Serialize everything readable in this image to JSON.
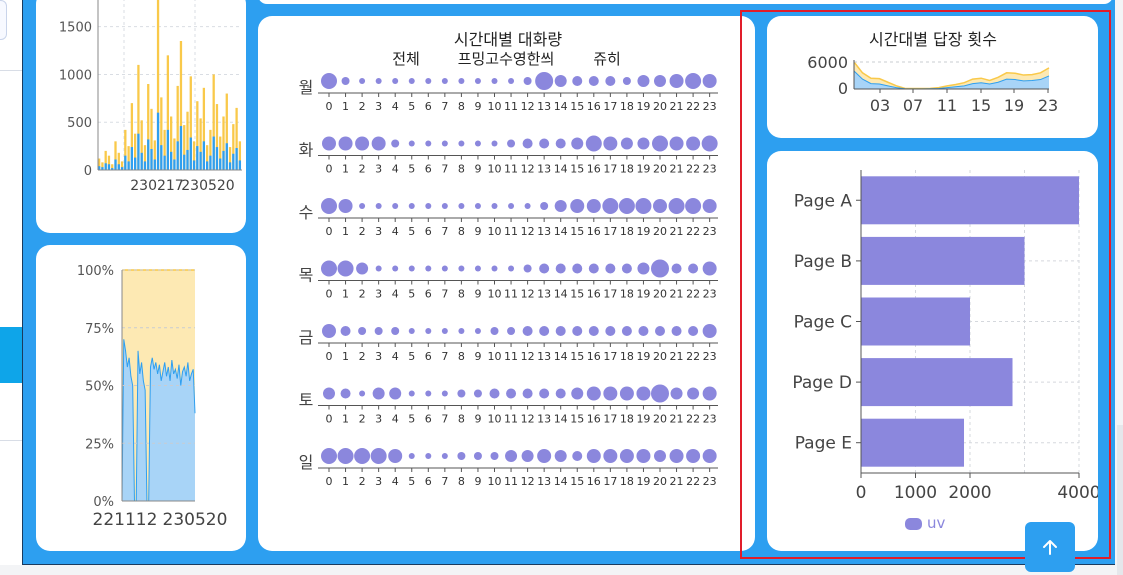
{
  "colors": {
    "board": "#2d9ff0",
    "purple": "#8b87dd",
    "yellow": "#f9c94a",
    "yellow_fill": "#fde9b3",
    "blue": "#2f9ff0",
    "blue_fill": "#a8d4f7",
    "highlight": "#e11d2a"
  },
  "panel_tl": {
    "chart_data": {
      "type": "bar",
      "y_ticks": [
        "1500",
        "1000",
        "500",
        "0"
      ],
      "x_ticks": [
        "230217",
        "230520"
      ],
      "ylim": [
        0,
        1800
      ],
      "series": [
        {
          "values": [
            120,
            80,
            200,
            150,
            60,
            300,
            180,
            90,
            420,
            250,
            700,
            380,
            1100,
            520,
            260,
            900,
            640,
            310,
            1800,
            760,
            420,
            1200,
            560,
            330,
            880,
            1350,
            470,
            610,
            980,
            300,
            720,
            540,
            860,
            260,
            420,
            1000,
            690,
            350,
            560,
            800,
            240,
            480,
            650,
            300
          ]
        },
        {
          "values": [
            40,
            30,
            70,
            60,
            20,
            110,
            60,
            30,
            150,
            90,
            240,
            130,
            380,
            180,
            90,
            320,
            220,
            110,
            600,
            260,
            150,
            420,
            190,
            110,
            300,
            460,
            160,
            210,
            340,
            100,
            250,
            190,
            300,
            90,
            150,
            350,
            240,
            120,
            200,
            280,
            80,
            170,
            230,
            100
          ]
        }
      ]
    }
  },
  "panel_bl": {
    "chart_data": {
      "type": "area",
      "y_ticks": [
        "100%",
        "75%",
        "50%",
        "25%",
        "0%"
      ],
      "x_ticks": [
        "221112",
        "230520"
      ],
      "ylim": [
        0,
        100
      ],
      "series": [
        {
          "values": [
            0,
            70,
            65,
            58,
            62,
            54,
            50,
            0,
            0,
            65,
            55,
            60,
            52,
            48,
            0,
            0,
            58,
            62,
            57,
            60,
            55,
            59,
            52,
            56,
            60,
            54,
            58,
            52,
            61,
            55,
            57,
            53,
            59,
            50,
            56,
            58,
            54,
            60,
            52,
            55,
            57,
            38
          ]
        }
      ]
    }
  },
  "panel_mid": {
    "title": "시간대별 대화량",
    "legend": [
      "전체",
      "프밍고수영한씌",
      "쥬히"
    ],
    "chart_data": {
      "type": "scatter",
      "hours": [
        "0",
        "1",
        "2",
        "3",
        "4",
        "5",
        "6",
        "7",
        "8",
        "9",
        "10",
        "11",
        "12",
        "13",
        "14",
        "15",
        "16",
        "17",
        "18",
        "19",
        "20",
        "21",
        "22",
        "23"
      ],
      "days": [
        "월",
        "화",
        "수",
        "목",
        "금",
        "토",
        "일"
      ],
      "rows": [
        [
          8,
          4,
          3,
          3,
          3,
          3,
          3,
          3,
          3,
          3,
          3,
          3,
          4,
          9,
          6,
          5,
          5,
          5,
          4,
          6,
          6,
          7,
          8,
          7
        ],
        [
          7,
          7,
          7,
          7,
          4,
          3,
          3,
          3,
          3,
          3,
          3,
          4,
          5,
          5,
          5,
          6,
          8,
          7,
          6,
          6,
          8,
          7,
          7,
          8
        ],
        [
          8,
          7,
          3,
          3,
          3,
          3,
          3,
          3,
          3,
          3,
          3,
          3,
          3,
          4,
          6,
          7,
          7,
          8,
          8,
          8,
          7,
          8,
          8,
          7
        ],
        [
          8,
          8,
          6,
          3,
          3,
          3,
          3,
          3,
          3,
          3,
          3,
          3,
          4,
          5,
          5,
          5,
          5,
          5,
          5,
          6,
          9,
          5,
          5,
          7
        ],
        [
          7,
          5,
          4,
          4,
          4,
          3,
          3,
          3,
          3,
          3,
          4,
          4,
          5,
          5,
          5,
          5,
          5,
          5,
          5,
          5,
          5,
          5,
          5,
          7
        ],
        [
          6,
          5,
          3,
          6,
          6,
          3,
          3,
          3,
          4,
          4,
          5,
          5,
          5,
          5,
          5,
          6,
          7,
          7,
          7,
          7,
          9,
          6,
          6,
          7
        ],
        [
          8,
          8,
          8,
          8,
          7,
          3,
          3,
          3,
          4,
          4,
          4,
          6,
          6,
          7,
          6,
          5,
          7,
          7,
          7,
          7,
          6,
          7,
          7,
          7
        ]
      ]
    }
  },
  "panel_tr": {
    "title": "시간대별 답장 횟수",
    "chart_data": {
      "type": "area",
      "y_ticks": [
        "6000",
        "0"
      ],
      "x_ticks": [
        "03",
        "07",
        "11",
        "15",
        "19",
        "23"
      ],
      "ylim": [
        0,
        6000
      ],
      "series": [
        {
          "values": [
            6000,
            3600,
            2400,
            2300,
            1500,
            700,
            150,
            100,
            100,
            150,
            300,
            700,
            1000,
            1400,
            2200,
            2400,
            1900,
            2600,
            3600,
            3500,
            3100,
            3200,
            3600,
            4700
          ]
        },
        {
          "values": [
            4000,
            2200,
            1200,
            1100,
            700,
            300,
            60,
            40,
            40,
            60,
            120,
            300,
            500,
            700,
            1200,
            1400,
            1100,
            1500,
            2200,
            2100,
            1800,
            1900,
            2100,
            2900
          ]
        }
      ]
    }
  },
  "panel_br": {
    "chart_data": {
      "type": "bar",
      "orientation": "horizontal",
      "categories": [
        "Page A",
        "Page B",
        "Page C",
        "Page D",
        "Page E"
      ],
      "series": [
        {
          "name": "uv",
          "values": [
            4000,
            3000,
            2000,
            2780,
            1890
          ]
        }
      ],
      "x_ticks": [
        "0",
        "1000",
        "2000",
        "4000"
      ],
      "xlim": [
        0,
        4000
      ],
      "legend": "uv"
    }
  }
}
